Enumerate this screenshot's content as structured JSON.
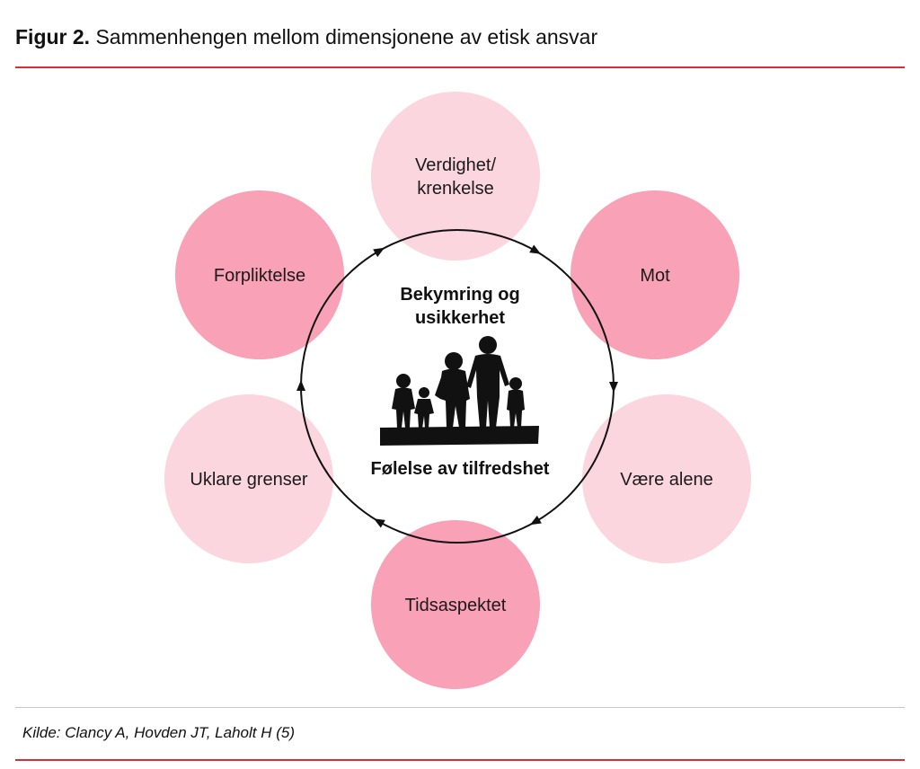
{
  "figure": {
    "label": "Figur 2.",
    "title": "Sammenhengen mellom dimensjonene av etisk ansvar"
  },
  "colors": {
    "rule": "#d3303a",
    "circle_light": "#fcd6df",
    "circle_dark": "#f9a1b6",
    "cycle_line": "#111111",
    "silhouette": "#111111"
  },
  "nodes": [
    {
      "id": "verdighet",
      "lines": [
        "Verdighet/",
        "krenkelse"
      ],
      "shade": "light"
    },
    {
      "id": "mot",
      "lines": [
        "Mot"
      ],
      "shade": "dark"
    },
    {
      "id": "vaere-alene",
      "lines": [
        "Være alene"
      ],
      "shade": "light"
    },
    {
      "id": "tidsaspektet",
      "lines": [
        "Tidsaspektet"
      ],
      "shade": "dark"
    },
    {
      "id": "uklare-grenser",
      "lines": [
        "Uklare grenser"
      ],
      "shade": "light"
    },
    {
      "id": "forpliktelse",
      "lines": [
        "Forpliktelse"
      ],
      "shade": "dark"
    }
  ],
  "center": {
    "top_lines": [
      "Bekymring og",
      "usikkerhet"
    ],
    "bottom_line": "Følelse av tilfredshet",
    "image_icon": "family-silhouette-icon"
  },
  "source": "Kilde: Clancy A, Hovden JT, Laholt H (5)"
}
